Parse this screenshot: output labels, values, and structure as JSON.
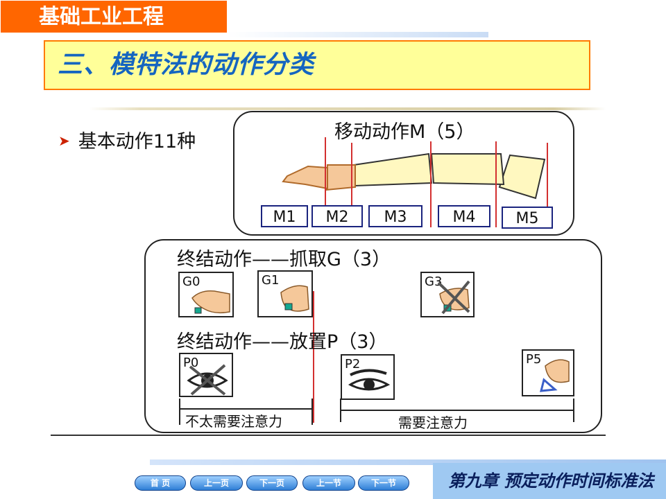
{
  "header": {
    "brand": "基础工业工程"
  },
  "title": "三、模特法的动作分类",
  "bullet": "基本动作11种",
  "move_panel": {
    "title": "移动动作M（5）",
    "boxes": [
      "M1",
      "M2",
      "M3",
      "M4",
      "M5"
    ]
  },
  "end_panel": {
    "grasp_title": "终结动作——抓取G（3）",
    "grasp_cards": [
      "G0",
      "G1",
      "G3"
    ],
    "place_title": "终结动作——放置P（3）",
    "place_cards": [
      "P0",
      "P2",
      "P5"
    ],
    "brace_left": "不太需要注意力",
    "brace_right": "需要注意力"
  },
  "nav": [
    "首 页",
    "上一页",
    "下一页",
    "上一节",
    "下一节"
  ],
  "chapter": "第九章  预定动作时间标准法",
  "colors": {
    "accent": "#ff6600",
    "title_bg": "#ffff99",
    "title_text": "#1565c0",
    "box_border": "#1a237e",
    "marker": "#d32f2f"
  }
}
